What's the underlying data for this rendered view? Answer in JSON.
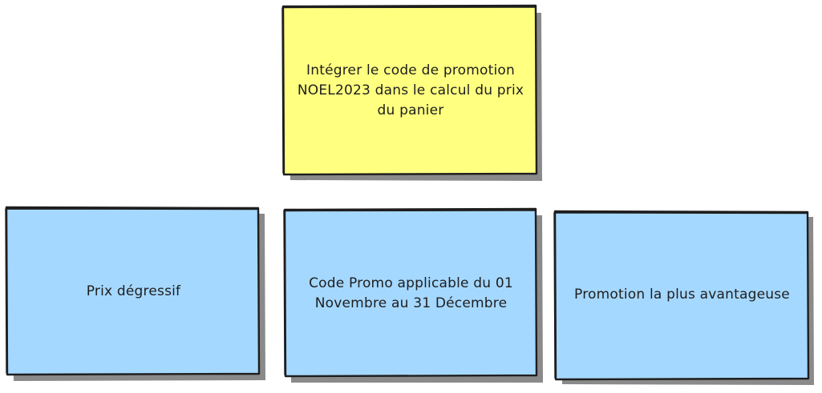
{
  "diagram": {
    "goal": {
      "text": "Intégrer le code de promotion NOEL2023 dans le calcul du prix du panier",
      "fill": "#ffff80"
    },
    "cards": [
      {
        "text": "Prix dégressif",
        "fill": "#a5d8ff"
      },
      {
        "text": "Code Promo applicable du 01 Novembre au 31 Décembre",
        "fill": "#a5d8ff"
      },
      {
        "text": "Promotion la plus avantageuse",
        "fill": "#a5d8ff"
      }
    ],
    "stroke_color": "#1e1e1e",
    "shadow_color": "#8a8a8a"
  }
}
